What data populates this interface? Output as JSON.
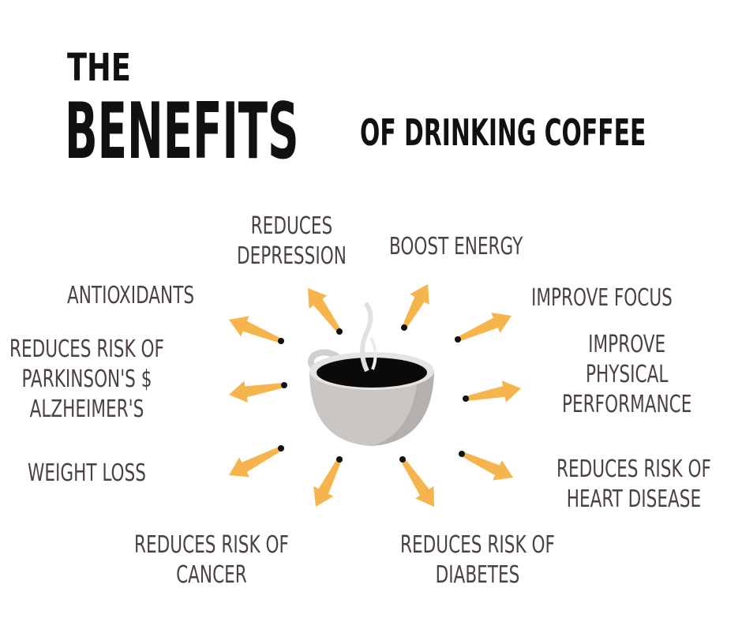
{
  "title": {
    "line1": "The",
    "line2": "Benefits",
    "line3": "of Drinking Coffee"
  },
  "benefits": [
    {
      "lines": [
        "Reduces",
        "Depression"
      ]
    },
    {
      "lines": [
        "Boost Energy"
      ]
    },
    {
      "lines": [
        "Antioxidants"
      ]
    },
    {
      "lines": [
        "Improve Focus"
      ]
    },
    {
      "lines": [
        "Reduces Risk of",
        "Parkinson's $",
        "Alzheimer's"
      ]
    },
    {
      "lines": [
        "Improve",
        "Physical",
        "Performance"
      ]
    },
    {
      "lines": [
        "Weight Loss"
      ]
    },
    {
      "lines": [
        "Reduces Risk of",
        "Heart Disease"
      ]
    },
    {
      "lines": [
        "Reduces Risk of",
        "Cancer"
      ]
    },
    {
      "lines": [
        "Reduces Risk of",
        "Diabetes"
      ]
    }
  ],
  "icons": {
    "center": "coffee-cup-icon",
    "arrows": "arrow-icon"
  },
  "colors": {
    "arrow": "#f6b44c",
    "text": "#4b4141",
    "title": "#111111",
    "coffee": "#0c0a09",
    "cup": "#c9c6c4"
  }
}
